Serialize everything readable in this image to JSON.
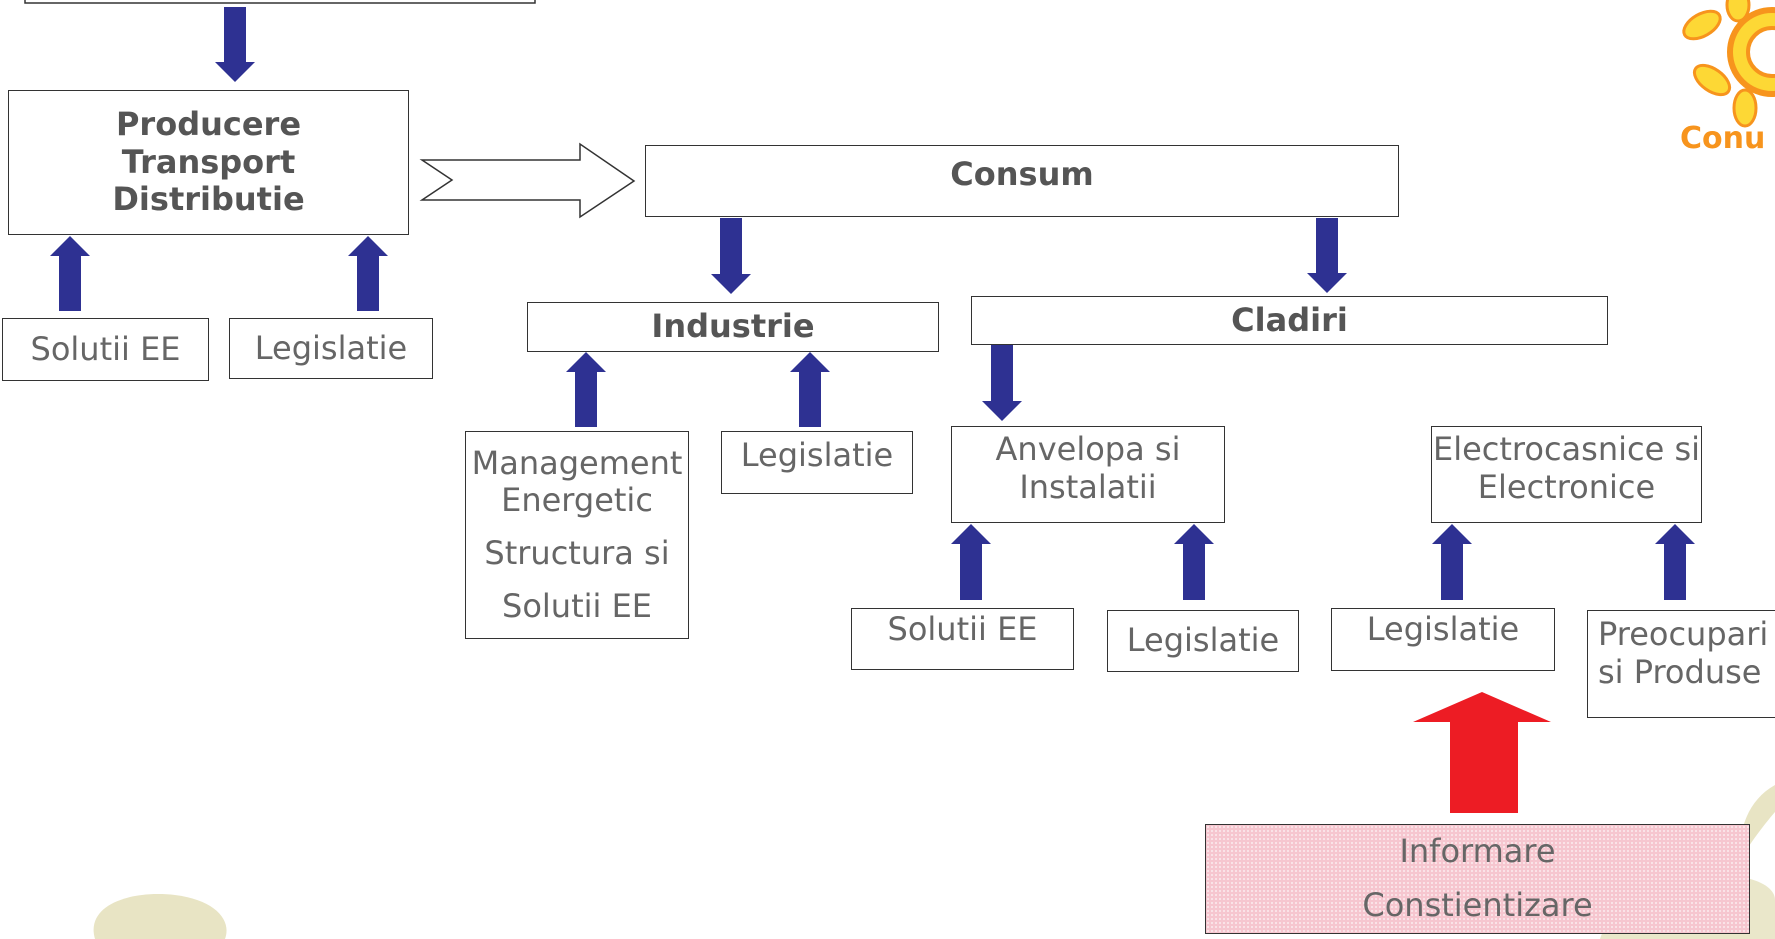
{
  "boxes": {
    "producere": [
      "Producere",
      "Transport",
      "Distributie"
    ],
    "solutii_1": "Solutii EE",
    "legislatie_1": "Legislatie",
    "consum": "Consum",
    "industrie": "Industrie",
    "cladiri": "Cladiri",
    "management": [
      "Management",
      "Energetic",
      "Structura si",
      "Solutii EE"
    ],
    "legislatie_2": "Legislatie",
    "anvelopa": [
      "Anvelopa si",
      "Instalatii"
    ],
    "electrocasnice": [
      "Electrocasnice si",
      "Electronice"
    ],
    "solutii_2": "Solutii EE",
    "legislatie_3": "Legislatie",
    "legislatie_4": "Legislatie",
    "preocupari": [
      "Preocupari",
      "si Produse"
    ],
    "informare": [
      "Informare",
      "Constientizare"
    ]
  },
  "logo": {
    "text": "Conu"
  },
  "colors": {
    "arrow_blue": "#2e3192",
    "arrow_red": "#ed1c24",
    "box_border": "#333333",
    "text": "#666666",
    "highlight_fill": "#f6c6cf",
    "logo_orange": "#f7941d",
    "logo_yellow": "#fdd835",
    "deco_beige": "#e8e4c4"
  }
}
